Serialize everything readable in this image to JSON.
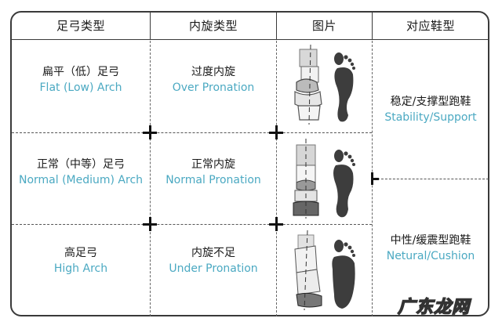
{
  "table": {
    "headers": [
      "足弓类型",
      "内旋类型",
      "图片",
      "对应鞋型"
    ],
    "rows": [
      {
        "arch_zh": "扁平（低）足弓",
        "arch_en": "Flat (Low) Arch",
        "pronation_zh": "过度内旋",
        "pronation_en": "Over Pronation",
        "image": "over-pronation-foot-illustration"
      },
      {
        "arch_zh": "正常（中等）足弓",
        "arch_en": "Normal (Medium) Arch",
        "pronation_zh": "正常内旋",
        "pronation_en": "Normal Pronation",
        "image": "normal-pronation-foot-illustration"
      },
      {
        "arch_zh": "高足弓",
        "arch_en": "High Arch",
        "pronation_zh": "内旋不足",
        "pronation_en": "Under Pronation",
        "image": "under-pronation-foot-illustration"
      }
    ],
    "shoe_types": [
      {
        "zh": "稳定/支撑型跑鞋",
        "en": "Stability/Support"
      },
      {
        "zh": "中性/缓震型跑鞋",
        "en": "Netural/Cushion"
      }
    ]
  },
  "colors": {
    "english_text": "#4ba9c2",
    "chinese_text": "#1a1a1a",
    "border": "#3a3a3a"
  },
  "watermark": "广东龙网"
}
